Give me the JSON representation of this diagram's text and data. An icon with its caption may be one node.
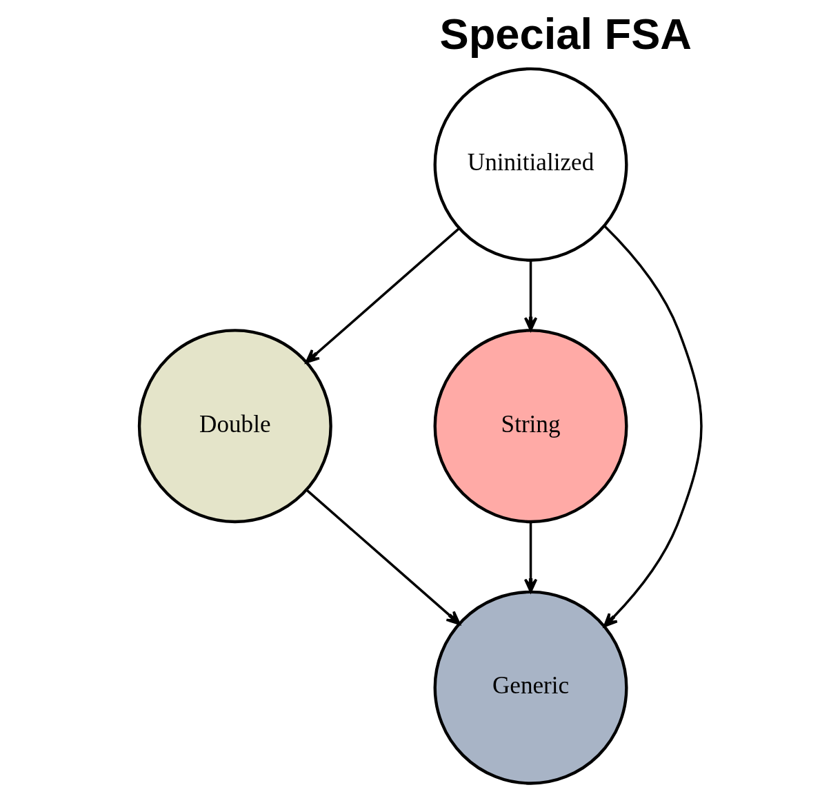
{
  "diagram": {
    "title": "Special FSA",
    "nodes": [
      {
        "text": [
          "Uninitialized"
        ]
      },
      {
        "text": [
          "Double"
        ]
      },
      {
        "text": [
          "String"
        ]
      },
      {
        "text": [
          "Generic"
        ]
      }
    ],
    "edges": [
      {
        "from": 0,
        "to": 1,
        "arrow": "to"
      },
      {
        "from": 0,
        "to": 3,
        "arrow": "to"
      },
      {
        "from": 0,
        "to": 2,
        "arrow": "to"
      },
      {
        "from": 1,
        "to": 3,
        "arrow": "to"
      },
      {
        "from": 2,
        "to": 3,
        "arrow": "to"
      }
    ]
  }
}
